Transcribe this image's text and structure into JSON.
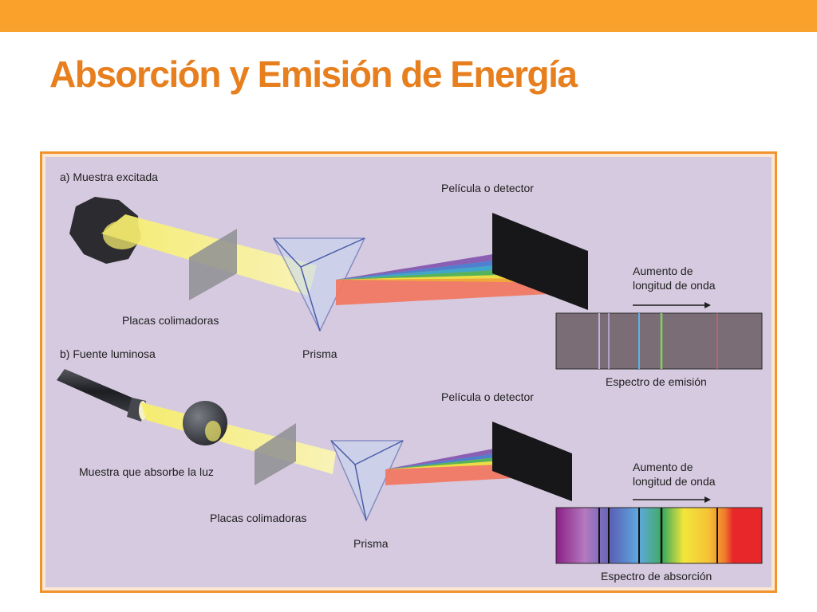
{
  "slide": {
    "title": "Absorción y Emisión de Energía",
    "accent_color": "#f9a12a",
    "title_color": "#e77f1e",
    "diagram_background": "#d6cae0"
  },
  "diagram": {
    "part_a": {
      "heading": "a)  Muestra excitada",
      "detector_label": "Película o detector",
      "collimator_label": "Placas colimadoras",
      "prism_label": "Prisma",
      "wavelength_label_line1": "Aumento de",
      "wavelength_label_line2": "longitud de onda",
      "spectrum_label": "Espectro de emisión"
    },
    "part_b": {
      "heading": "b)  Fuente luminosa",
      "detector_label": "Película o detector",
      "sample_label": "Muestra que absorbe la luz",
      "collimator_label": "Placas colimadoras",
      "prism_label": "Prisma",
      "wavelength_label_line1": "Aumento de",
      "wavelength_label_line2": "longitud de onda",
      "spectrum_label": "Espectro de absorción"
    }
  }
}
